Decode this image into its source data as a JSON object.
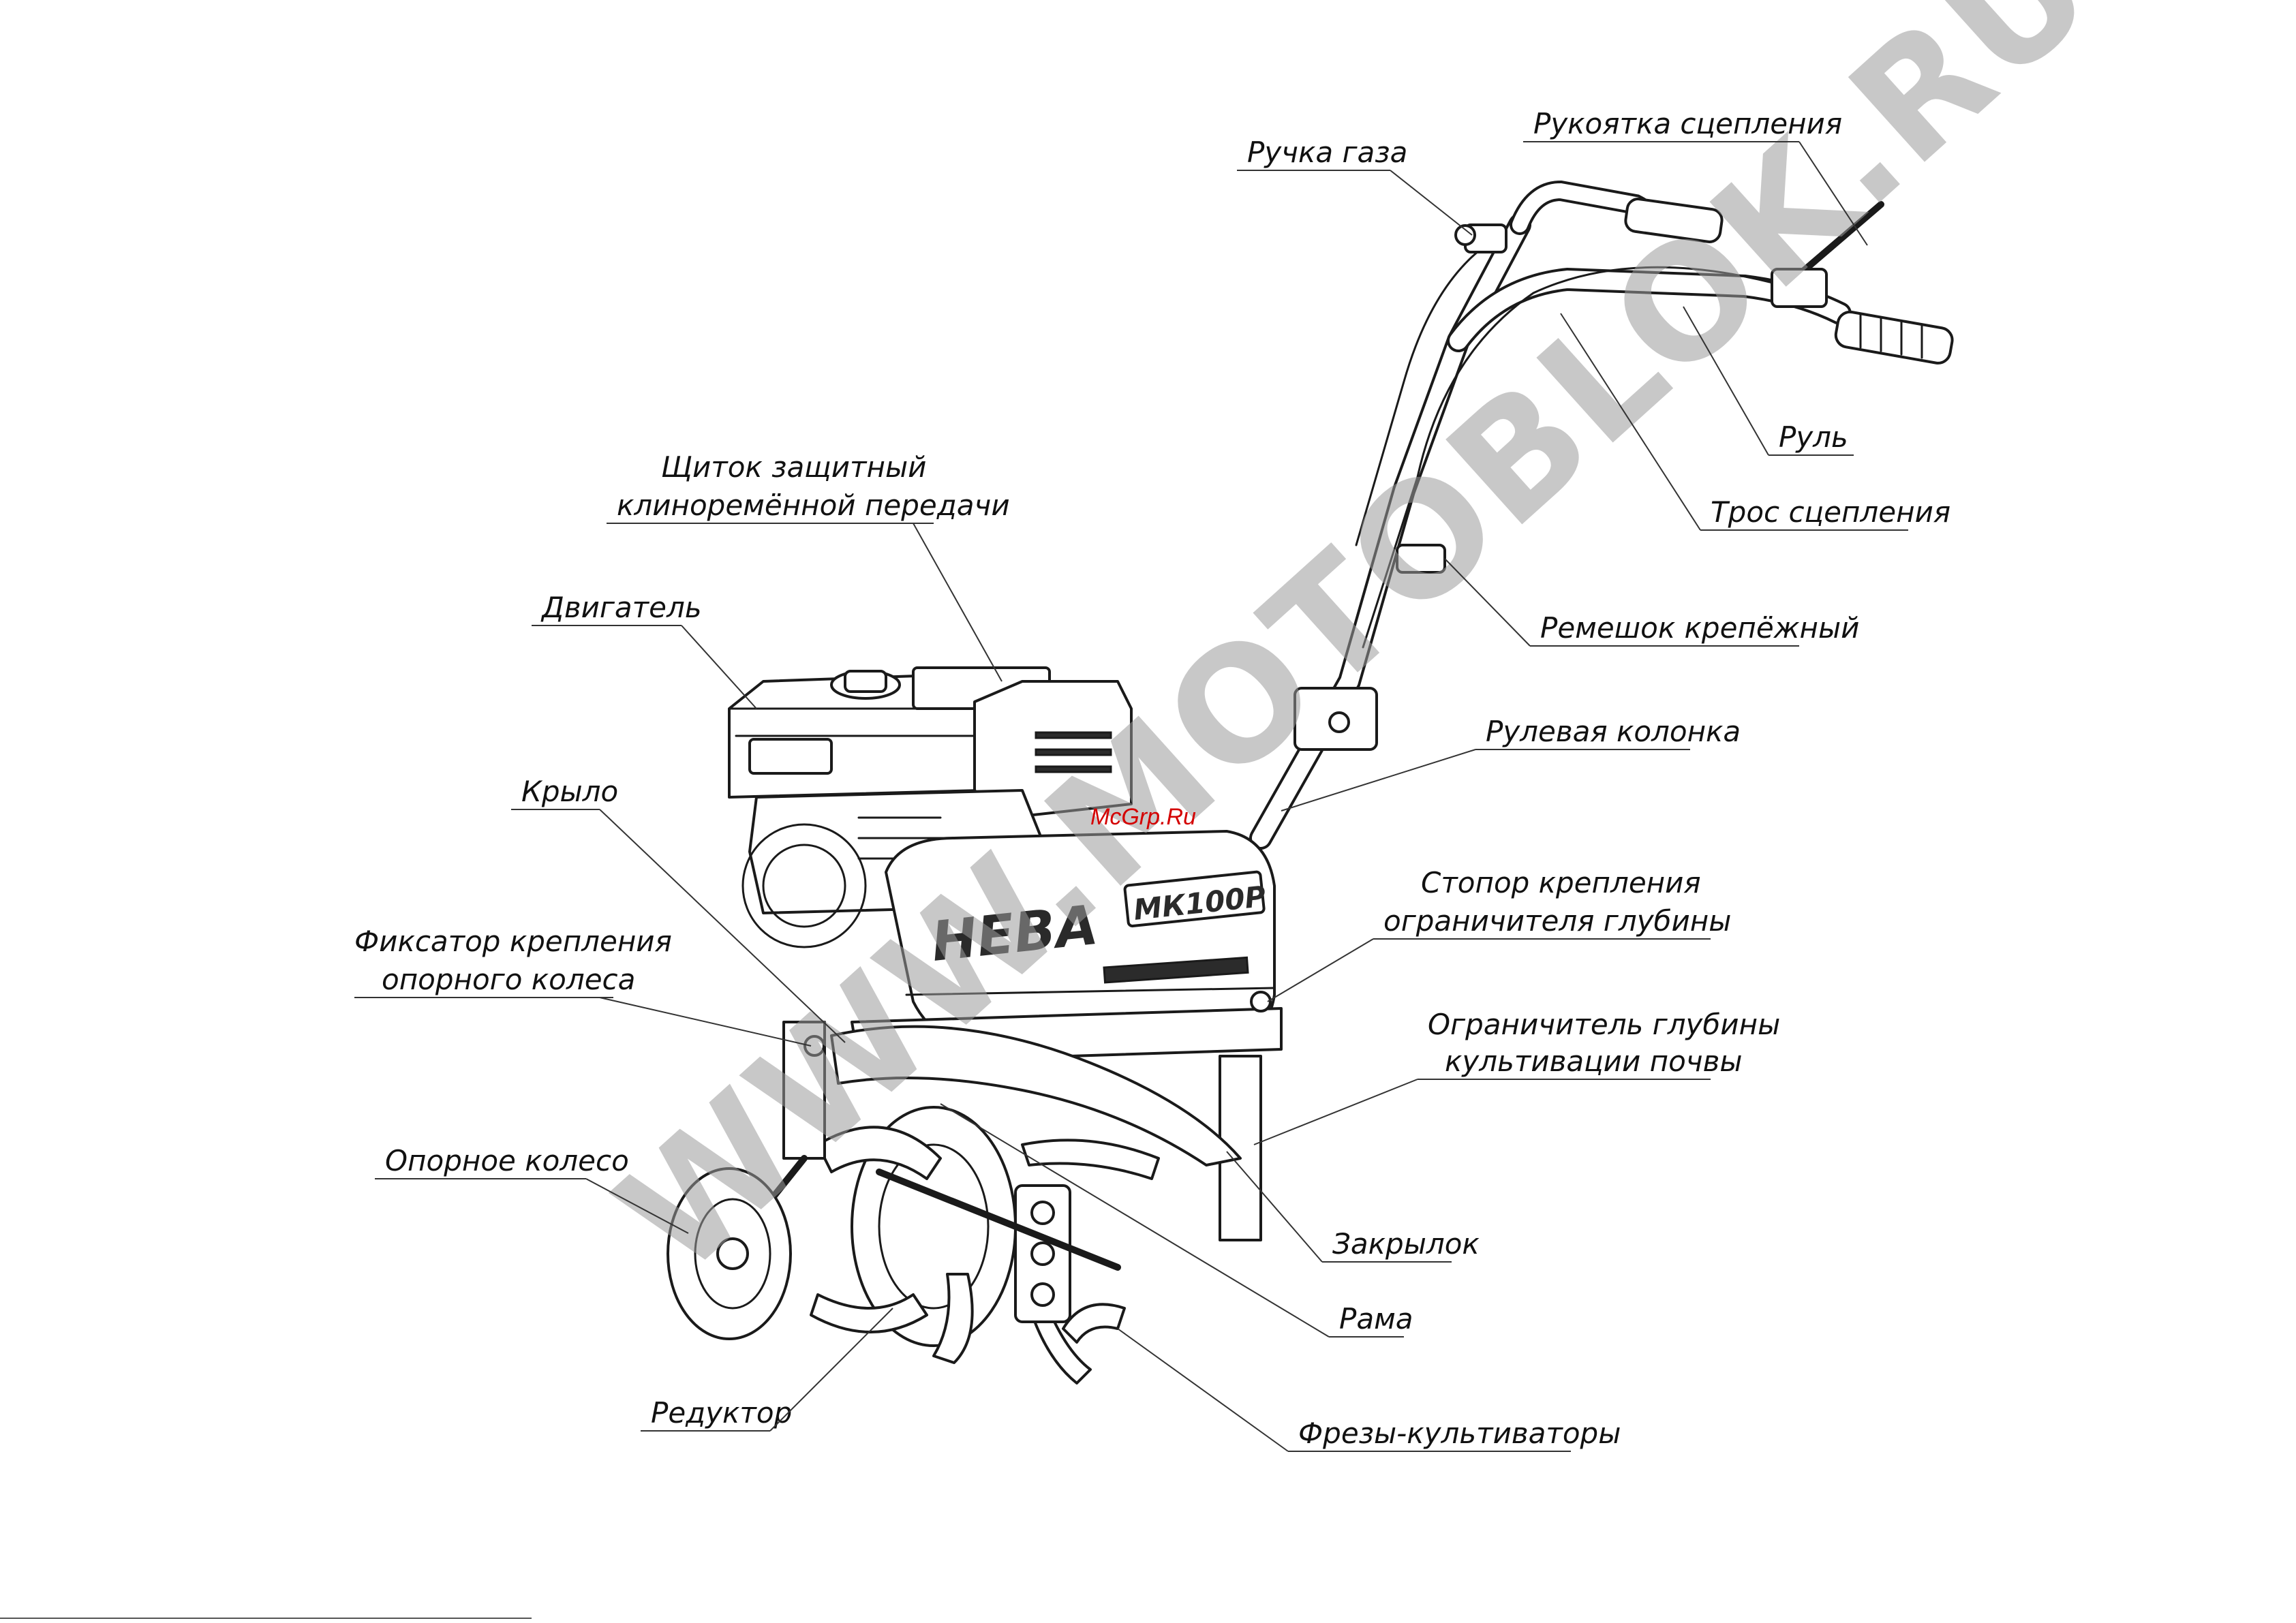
{
  "labels": {
    "throttle": "Ручка газа",
    "clutch_handle": "Рукоятка сцепления",
    "handlebar": "Руль",
    "clutch_cable": "Трос сцепления",
    "strap": "Ремешок крепёжный",
    "steering_column": "Рулевая колонка",
    "belt_guard_l1": "Щиток защитный",
    "belt_guard_l2": "клиноремённой передачи",
    "engine": "Двигатель",
    "wing": "Крыло",
    "wheel_lock_l1": "Фиксатор крепления",
    "wheel_lock_l2": "опорного колеса",
    "depth_stop_l1": "Стопор крепления",
    "depth_stop_l2": "ограничителя глубины",
    "depth_limiter_l1": "Ограничитель глубины",
    "depth_limiter_l2": "культивации почвы",
    "support_wheel": "Опорное колесо",
    "flap": "Закрылок",
    "frame": "Рама",
    "gearbox": "Редуктор",
    "cutters": "Фрезы-культиваторы"
  },
  "machine": {
    "brand": "НЕВА",
    "model": "МК100Р"
  },
  "watermarks": {
    "main": "WWW.MOTOBLOK.RU",
    "small": "McGrp.Ru"
  }
}
